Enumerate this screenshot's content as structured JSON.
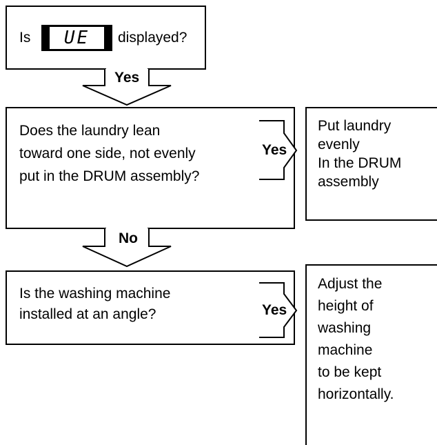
{
  "box1": {
    "is_label": "Is",
    "display_code": "UE",
    "tail_label": "displayed?"
  },
  "arrow1": {
    "label": "Yes"
  },
  "box2": {
    "lines": [
      "Does the laundry lean",
      "toward one side, not evenly",
      "put in the DRUM assembly?"
    ]
  },
  "side1": {
    "label": "Yes"
  },
  "result1": {
    "lines": [
      "Put laundry",
      "evenly",
      "In the DRUM",
      "assembly"
    ]
  },
  "arrow2": {
    "label": "No"
  },
  "box3": {
    "lines": [
      "Is the washing machine",
      "installed at an angle?"
    ]
  },
  "side2": {
    "label": "Yes"
  },
  "result2": {
    "lines": [
      "Adjust the",
      "height of",
      "washing",
      "machine",
      "to be kept",
      "horizontally."
    ]
  }
}
